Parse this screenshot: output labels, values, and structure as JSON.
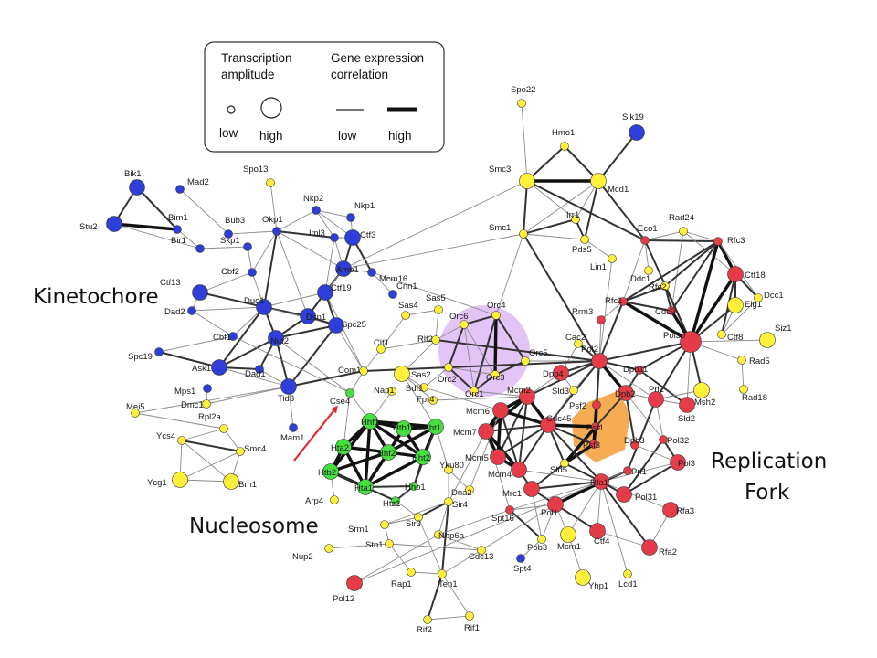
{
  "legend": {
    "amp_title_1": "Transcription",
    "amp_title_2": "amplitude",
    "corr_title_1": "Gene expression",
    "corr_title_2": "correlation",
    "low_amp": "low",
    "high_amp": "high",
    "low_corr": "low",
    "high_corr": "high"
  },
  "regions": {
    "kinetochore": "Kinetochore",
    "nucleosome": "Nucleosome",
    "replication_1": "Replication",
    "replication_2": "Fork"
  },
  "colors": {
    "kinetochore": "#2f3ed8",
    "nucleosome": "#45e03e",
    "replication": "#e63c4a",
    "other": "#fff03a",
    "orange": "#f4a340",
    "purple": "#cf9ef0",
    "arrow": "#e02a2a"
  },
  "nodes": [
    {
      "id": "Bik1",
      "c": "kinetochore",
      "s": 2
    },
    {
      "id": "Mad2",
      "c": "kinetochore",
      "s": 1
    },
    {
      "id": "Spo13",
      "c": "other",
      "s": 1
    },
    {
      "id": "Stu2",
      "c": "kinetochore",
      "s": 2
    },
    {
      "id": "Bim1",
      "c": "kinetochore",
      "s": 1
    },
    {
      "id": "Bir1",
      "c": "kinetochore",
      "s": 1
    },
    {
      "id": "Bub3",
      "c": "kinetochore",
      "s": 1
    },
    {
      "id": "Skp1",
      "c": "kinetochore",
      "s": 1
    },
    {
      "id": "Okp1",
      "c": "kinetochore",
      "s": 1
    },
    {
      "id": "Nkp2",
      "c": "kinetochore",
      "s": 1
    },
    {
      "id": "Nkp1",
      "c": "kinetochore",
      "s": 1
    },
    {
      "id": "Iml3",
      "c": "kinetochore",
      "s": 1
    },
    {
      "id": "Ctf3",
      "c": "kinetochore",
      "s": 2
    },
    {
      "id": "Cbf2",
      "c": "kinetochore",
      "s": 1
    },
    {
      "id": "Ame1",
      "c": "kinetochore",
      "s": 2
    },
    {
      "id": "Mcm16",
      "c": "kinetochore",
      "s": 1
    },
    {
      "id": "Ctf13",
      "c": "kinetochore",
      "s": 2
    },
    {
      "id": "Dad2",
      "c": "kinetochore",
      "s": 1
    },
    {
      "id": "Duo1",
      "c": "kinetochore",
      "s": 2
    },
    {
      "id": "Ctf19",
      "c": "kinetochore",
      "s": 2
    },
    {
      "id": "Cnn1",
      "c": "kinetochore",
      "s": 1
    },
    {
      "id": "Dsn1",
      "c": "kinetochore",
      "s": 2
    },
    {
      "id": "Cbf1",
      "c": "kinetochore",
      "s": 1
    },
    {
      "id": "Nuf2",
      "c": "kinetochore",
      "s": 2
    },
    {
      "id": "Spc25",
      "c": "kinetochore",
      "s": 2
    },
    {
      "id": "Spc19",
      "c": "kinetochore",
      "s": 1
    },
    {
      "id": "Ask1",
      "c": "kinetochore",
      "s": 2
    },
    {
      "id": "Dad1",
      "c": "kinetochore",
      "s": 1
    },
    {
      "id": "Mps1",
      "c": "kinetochore",
      "s": 1
    },
    {
      "id": "Dmc1",
      "c": "other",
      "s": 1
    },
    {
      "id": "Tid3",
      "c": "kinetochore",
      "s": 2
    },
    {
      "id": "Mei5",
      "c": "other",
      "s": 1
    },
    {
      "id": "Rpl2a",
      "c": "other",
      "s": 1
    },
    {
      "id": "Mam1",
      "c": "kinetochore",
      "s": 1
    },
    {
      "id": "Ycs4",
      "c": "other",
      "s": 1
    },
    {
      "id": "Smc4",
      "c": "other",
      "s": 1
    },
    {
      "id": "Ycg1",
      "c": "other",
      "s": 2
    },
    {
      "id": "Brn1",
      "c": "other",
      "s": 2
    },
    {
      "id": "Com1",
      "c": "other",
      "s": 1
    },
    {
      "id": "Cse4",
      "c": "nucleosome",
      "s": 1
    },
    {
      "id": "Clf1",
      "c": "other",
      "s": 1
    },
    {
      "id": "Sas4",
      "c": "other",
      "s": 1
    },
    {
      "id": "Sas5",
      "c": "other",
      "s": 1
    },
    {
      "id": "Rlf2",
      "c": "other",
      "s": 1
    },
    {
      "id": "Sas2",
      "c": "other",
      "s": 2
    },
    {
      "id": "Nap1",
      "c": "other",
      "s": 1
    },
    {
      "id": "Bdf1",
      "c": "other",
      "s": 1
    },
    {
      "id": "Fpr4",
      "c": "other",
      "s": 1
    },
    {
      "id": "Hhf1",
      "c": "nucleosome",
      "s": 2
    },
    {
      "id": "Htb1",
      "c": "nucleosome",
      "s": 2
    },
    {
      "id": "Hht1",
      "c": "nucleosome",
      "s": 2
    },
    {
      "id": "Hta2",
      "c": "nucleosome",
      "s": 2
    },
    {
      "id": "Hhf2",
      "c": "nucleosome",
      "s": 2
    },
    {
      "id": "Hht2",
      "c": "nucleosome",
      "s": 2
    },
    {
      "id": "Htb2",
      "c": "nucleosome",
      "s": 2
    },
    {
      "id": "Hta1",
      "c": "nucleosome",
      "s": 2
    },
    {
      "id": "Hho1",
      "c": "nucleosome",
      "s": 1
    },
    {
      "id": "Htz1",
      "c": "nucleosome",
      "s": 1
    },
    {
      "id": "Arp4",
      "c": "other",
      "s": 1
    },
    {
      "id": "Yku80",
      "c": "other",
      "s": 1
    },
    {
      "id": "Dna2",
      "c": "other",
      "s": 1
    },
    {
      "id": "Sir4",
      "c": "other",
      "s": 1
    },
    {
      "id": "Sir3",
      "c": "other",
      "s": 1
    },
    {
      "id": "Srm1",
      "c": "other",
      "s": 1
    },
    {
      "id": "Stn1",
      "c": "other",
      "s": 1
    },
    {
      "id": "Nup2",
      "c": "other",
      "s": 1
    },
    {
      "id": "Nhp6a",
      "c": "other",
      "s": 1
    },
    {
      "id": "Cdc13",
      "c": "other",
      "s": 1
    },
    {
      "id": "Rap1",
      "c": "other",
      "s": 1
    },
    {
      "id": "Ten1",
      "c": "other",
      "s": 1
    },
    {
      "id": "Pol12",
      "c": "replication",
      "s": 2
    },
    {
      "id": "Rif2",
      "c": "other",
      "s": 1
    },
    {
      "id": "Rif1",
      "c": "other",
      "s": 1
    },
    {
      "id": "Spt4",
      "c": "kinetochore",
      "s": 1
    },
    {
      "id": "Spt16",
      "c": "replication",
      "s": 1
    },
    {
      "id": "Pob3",
      "c": "other",
      "s": 1
    },
    {
      "id": "Mcm1",
      "c": "other",
      "s": 2
    },
    {
      "id": "Yhp1",
      "c": "other",
      "s": 2
    },
    {
      "id": "Lcd1",
      "c": "other",
      "s": 1
    },
    {
      "id": "Spo22",
      "c": "other",
      "s": 1
    },
    {
      "id": "Hmo1",
      "c": "other",
      "s": 1
    },
    {
      "id": "Slk19",
      "c": "kinetochore",
      "s": 2
    },
    {
      "id": "Smc3",
      "c": "other",
      "s": 2
    },
    {
      "id": "Mcd1",
      "c": "other",
      "s": 2
    },
    {
      "id": "Smc1",
      "c": "other",
      "s": 1
    },
    {
      "id": "Irr1",
      "c": "other",
      "s": 1
    },
    {
      "id": "Pds5",
      "c": "other",
      "s": 1
    },
    {
      "id": "Lin1",
      "c": "other",
      "s": 1
    },
    {
      "id": "Eco1",
      "c": "replication",
      "s": 1
    },
    {
      "id": "Rad24",
      "c": "other",
      "s": 1
    },
    {
      "id": "Rfc3",
      "c": "replication",
      "s": 1
    },
    {
      "id": "Ddc1",
      "c": "other",
      "s": 1
    },
    {
      "id": "Rfc2",
      "c": "other",
      "s": 1
    },
    {
      "id": "Ctf18",
      "c": "replication",
      "s": 2
    },
    {
      "id": "Rfc1",
      "c": "replication",
      "s": 1
    },
    {
      "id": "Cdc9",
      "c": "replication",
      "s": 1
    },
    {
      "id": "Elg1",
      "c": "other",
      "s": 2
    },
    {
      "id": "Dcc1",
      "c": "other",
      "s": 1
    },
    {
      "id": "Rrm3",
      "c": "replication",
      "s": 1
    },
    {
      "id": "Pol30",
      "c": "replication",
      "s": 3
    },
    {
      "id": "Siz1",
      "c": "other",
      "s": 2
    },
    {
      "id": "Ctf8",
      "c": "other",
      "s": 1
    },
    {
      "id": "Rad5",
      "c": "other",
      "s": 1
    },
    {
      "id": "Rad18",
      "c": "other",
      "s": 1
    },
    {
      "id": "Cac2",
      "c": "other",
      "s": 1
    },
    {
      "id": "Orc6",
      "c": "other",
      "s": 1
    },
    {
      "id": "Orc4",
      "c": "other",
      "s": 1
    },
    {
      "id": "Orc5",
      "c": "other",
      "s": 1
    },
    {
      "id": "Orc2",
      "c": "other",
      "s": 1
    },
    {
      "id": "Orc3",
      "c": "other",
      "s": 1
    },
    {
      "id": "Orc1",
      "c": "other",
      "s": 1
    },
    {
      "id": "Pol2",
      "c": "replication",
      "s": 2
    },
    {
      "id": "Dpb4",
      "c": "replication",
      "s": 2
    },
    {
      "id": "Dpb11",
      "c": "replication",
      "s": 1
    },
    {
      "id": "Msh2",
      "c": "other",
      "s": 2
    },
    {
      "id": "Sld3",
      "c": "other",
      "s": 1
    },
    {
      "id": "Psf2",
      "c": "replication",
      "s": 1
    },
    {
      "id": "Dpb2",
      "c": "replication",
      "s": 2
    },
    {
      "id": "Pri2",
      "c": "replication",
      "s": 2
    },
    {
      "id": "Sld2",
      "c": "replication",
      "s": 2
    },
    {
      "id": "Mcm2",
      "c": "replication",
      "s": 2
    },
    {
      "id": "Mcm6",
      "c": "replication",
      "s": 2
    },
    {
      "id": "Mcm7",
      "c": "replication",
      "s": 2
    },
    {
      "id": "Cdc45",
      "c": "replication",
      "s": 2
    },
    {
      "id": "Psf1",
      "c": "replication",
      "s": 1
    },
    {
      "id": "Psf3",
      "c": "replication",
      "s": 1
    },
    {
      "id": "Dpb3",
      "c": "replication",
      "s": 1
    },
    {
      "id": "Pol32",
      "c": "replication",
      "s": 1
    },
    {
      "id": "Mcm5",
      "c": "replication",
      "s": 2
    },
    {
      "id": "Mcm4",
      "c": "replication",
      "s": 2
    },
    {
      "id": "Sld5",
      "c": "other",
      "s": 1
    },
    {
      "id": "Mrc1",
      "c": "replication",
      "s": 2
    },
    {
      "id": "Rfa1",
      "c": "replication",
      "s": 2
    },
    {
      "id": "Pol3",
      "c": "replication",
      "s": 2
    },
    {
      "id": "Pri1",
      "c": "replication",
      "s": 1
    },
    {
      "id": "Pol31",
      "c": "replication",
      "s": 2
    },
    {
      "id": "Rfa3",
      "c": "replication",
      "s": 2
    },
    {
      "id": "Pol1",
      "c": "replication",
      "s": 2
    },
    {
      "id": "Ctf4",
      "c": "replication",
      "s": 2
    },
    {
      "id": "Rfa2",
      "c": "replication",
      "s": 2
    }
  ]
}
